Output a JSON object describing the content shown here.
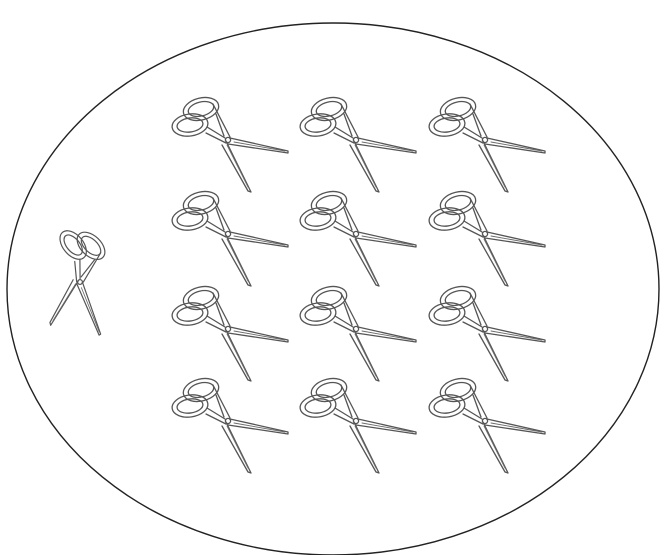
{
  "figure": {
    "boundary": "ellipse",
    "icon": "scissors-icon",
    "stroke_color": "#555555",
    "background": "#ffffff"
  },
  "groups": [
    {
      "name": "single",
      "icon": "scissors-icon",
      "count": 1,
      "layout": "column"
    },
    {
      "name": "grid",
      "icon": "scissors-icon",
      "count": 12,
      "rows": 4,
      "cols": 3
    }
  ]
}
